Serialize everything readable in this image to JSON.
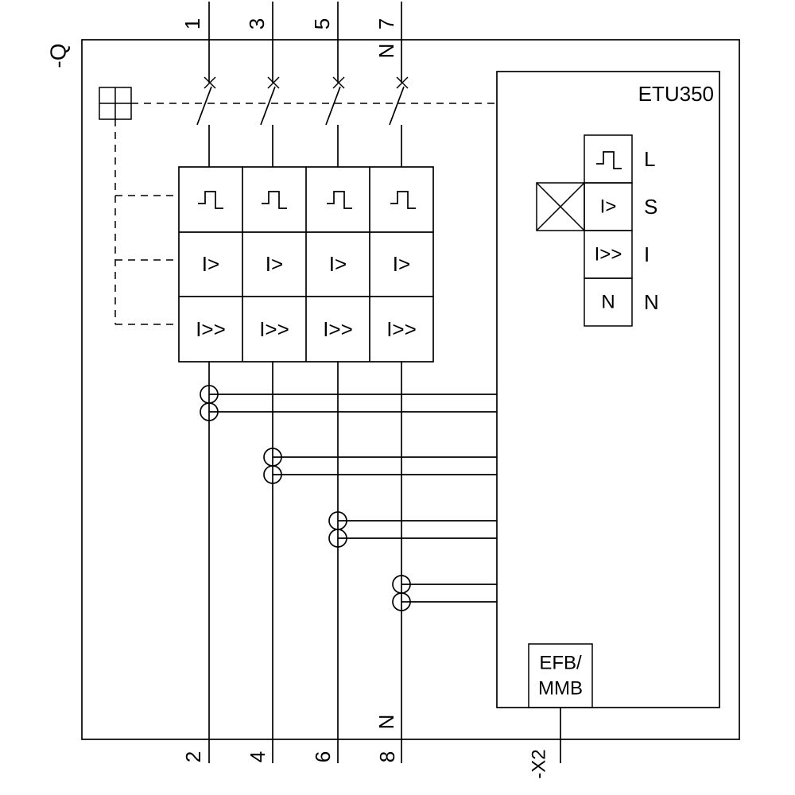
{
  "diagram": {
    "background": "#ffffff",
    "line_color": "#000000",
    "device_label": "-Q",
    "trip_unit_label": "ETU350",
    "connector_label": "-X2",
    "poles": [
      {
        "top_terminal": "1",
        "bottom_terminal": "2"
      },
      {
        "top_terminal": "3",
        "bottom_terminal": "4"
      },
      {
        "top_terminal": "5",
        "bottom_terminal": "6"
      },
      {
        "top_terminal": "7",
        "bottom_terminal": "8"
      }
    ],
    "neutral_top": "N",
    "neutral_bottom": "N",
    "trip_block": {
      "overload_symbol": "I>",
      "instantaneous_symbol": "I>>"
    },
    "etu_functions": {
      "long_time_label": "L",
      "short_time_label": "S",
      "instantaneous_label": "I",
      "neutral_label": "N",
      "short_time_symbol": "I>",
      "instantaneous_symbol": "I>>",
      "neutral_symbol": "N"
    },
    "module_box": {
      "line1": "EFB/",
      "line2": "MMB"
    },
    "icons": {
      "mechanism": "quartered-square",
      "breaker_contact": "x-cross-with-blade",
      "long_time_characteristic": "step-curve",
      "current_transformer": "double-circle",
      "test_connection": "crossed-box"
    }
  }
}
